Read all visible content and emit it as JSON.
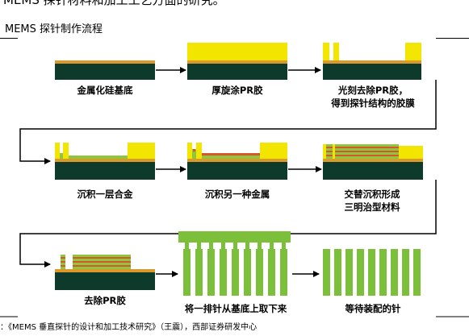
{
  "page": {
    "heading_fragment": "MEMS 探针材料和加工工艺方面的研究。",
    "figure_title": "MEMS 探针制作流程",
    "source_note": "：《MEMS 垂直探针的设计和加工技术研究》（王震），西部证券研发中心"
  },
  "steps": [
    {
      "label": "金属化硅基底"
    },
    {
      "label": "厚旋涂PR胶"
    },
    {
      "label_line1": "光刻去除PR胶，",
      "label_line2": "得到探针结构的胶膜"
    },
    {
      "label": "沉积一层合金"
    },
    {
      "label": "沉积另一种金属"
    },
    {
      "label_line1": "交替沉积形成",
      "label_line2": "三明治型材料"
    },
    {
      "label": "去除PR胶"
    },
    {
      "label": "将一排针从基底上取下来"
    },
    {
      "label": "等待装配的针"
    }
  ],
  "colors": {
    "substrate": "#0e3a2c",
    "metal_layer": "#d99a2b",
    "photoresist": "#f2e600",
    "alloy": "#8fc63f",
    "metal2": "#d9552b",
    "needle": "#7cbf3a",
    "arrow": "#000000"
  }
}
